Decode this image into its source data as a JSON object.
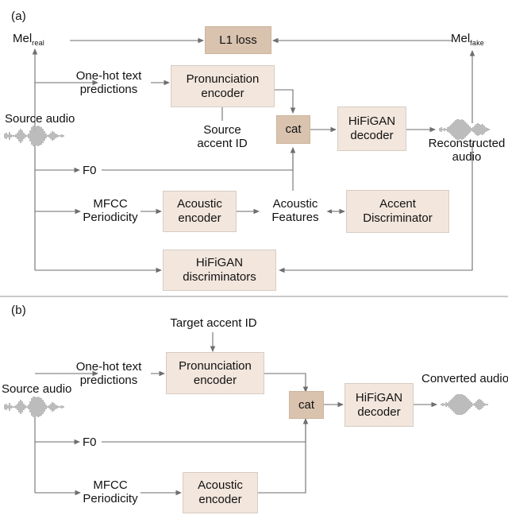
{
  "figure": {
    "panels": [
      {
        "id": "a",
        "label": "(a)",
        "boxes": [
          {
            "name": "l1-loss",
            "label": "L1 loss",
            "tone": "dark"
          },
          {
            "name": "pronunciation-encoder",
            "label": "Pronunciation\nencoder",
            "tone": "light"
          },
          {
            "name": "cat",
            "label": "cat",
            "tone": "dark"
          },
          {
            "name": "hifigan-decoder",
            "label": "HiFiGAN\ndecoder",
            "tone": "light"
          },
          {
            "name": "acoustic-encoder",
            "label": "Acoustic\nencoder",
            "tone": "light"
          },
          {
            "name": "accent-discriminator",
            "label": "Accent\nDiscriminator",
            "tone": "light"
          },
          {
            "name": "hifigan-discriminators",
            "label": "HiFiGAN\ndiscriminators",
            "tone": "light"
          }
        ],
        "labels": {
          "mel_real_base": "Mel",
          "mel_real_sub": "real",
          "mel_fake_base": "Mel",
          "mel_fake_sub": "fake",
          "source_audio": "Source audio",
          "one_hot_text_predictions": "One-hot text\npredictions",
          "source_accent_id": "Source\naccent ID",
          "f0": "F0",
          "mfcc_periodicity": "MFCC\nPeriodicity",
          "acoustic_features": "Acoustic\nFeatures",
          "reconstructed_audio": "Reconstructed\naudio"
        }
      },
      {
        "id": "b",
        "label": "(b)",
        "boxes": [
          {
            "name": "pronunciation-encoder",
            "label": "Pronunciation\nencoder",
            "tone": "light"
          },
          {
            "name": "cat",
            "label": "cat",
            "tone": "dark"
          },
          {
            "name": "hifigan-decoder",
            "label": "HiFiGAN\ndecoder",
            "tone": "light"
          },
          {
            "name": "acoustic-encoder",
            "label": "Acoustic\nencoder",
            "tone": "light"
          }
        ],
        "labels": {
          "target_accent_id": "Target accent ID",
          "source_audio": "Source audio",
          "one_hot_text_predictions": "One-hot text\npredictions",
          "f0": "F0",
          "mfcc_periodicity": "MFCC\nPeriodicity",
          "converted_audio": "Converted audio"
        }
      }
    ],
    "colors": {
      "box_light": "#f2e6dd",
      "box_dark": "#d9c3af",
      "wire": "#6e6e6e",
      "divider": "#c9c9c9",
      "text": "#111111",
      "background": "#ffffff"
    }
  }
}
